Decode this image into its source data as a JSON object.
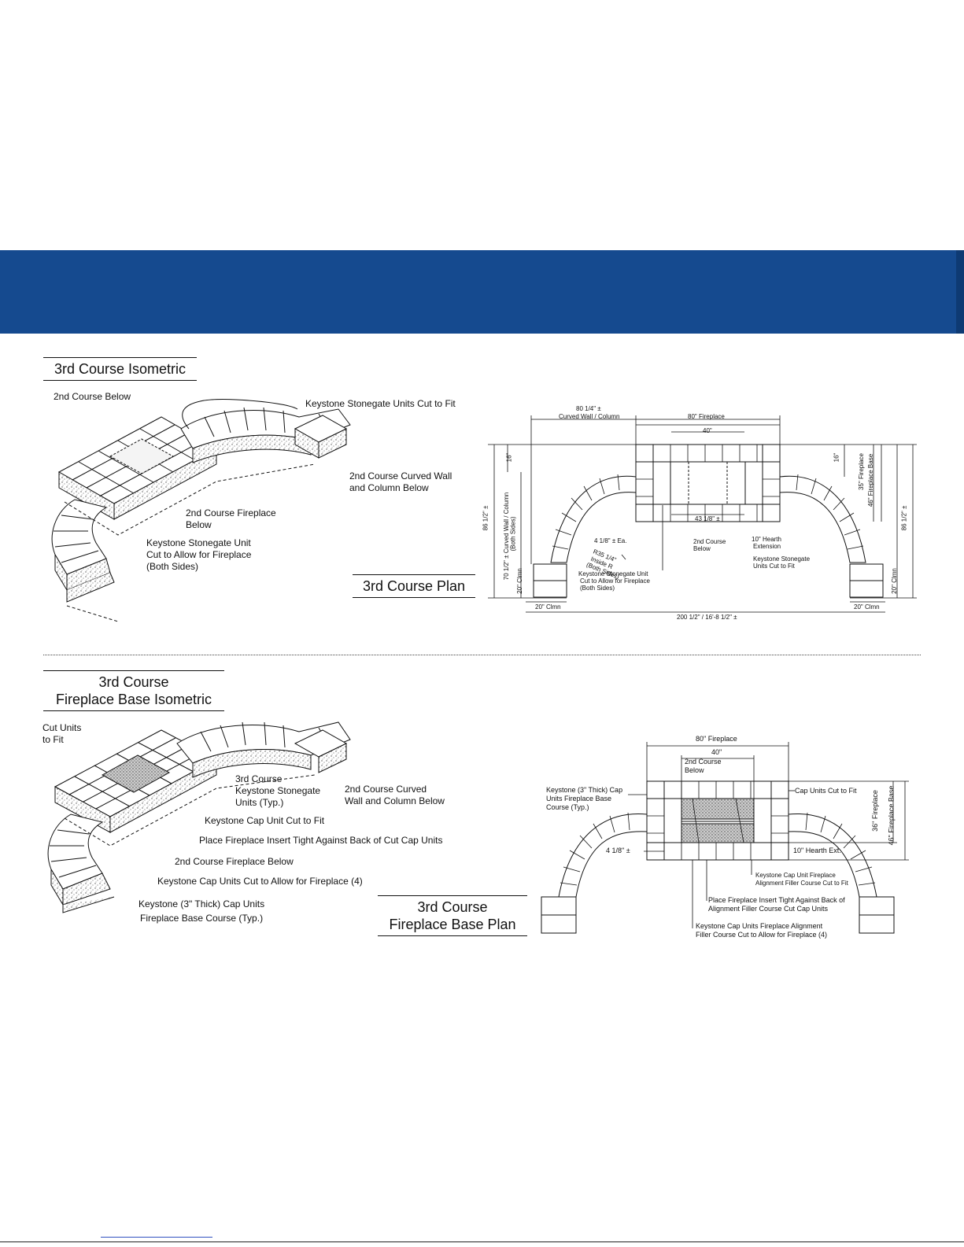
{
  "sections": {
    "iso1_title": "3rd Course Isometric",
    "plan1_title": "3rd Course Plan",
    "iso2_title_1": "3rd Course",
    "iso2_title_2": "Fireplace Base Isometric",
    "plan2_title_1": "3rd Course",
    "plan2_title_2": "Fireplace Base Plan"
  },
  "iso1_labels": {
    "second_course_below": "2nd Course Below",
    "units_cut_to_fit": "Keystone Stonegate Units Cut to Fit",
    "curved_wall_1": "2nd Course Curved Wall",
    "curved_wall_2": "and Column Below",
    "fireplace_below_1": "2nd Course Fireplace",
    "fireplace_below_2": "Below",
    "unit_cut_1": "Keystone Stonegate Unit",
    "unit_cut_2": "Cut to Allow for Fireplace",
    "unit_cut_3": "(Both Sides)"
  },
  "plan1_labels": {
    "curved_wall_dim_1": "80 1/4\" ±",
    "curved_wall_dim_2": "Curved Wall / Column",
    "fireplace_80": "80\" Fireplace",
    "dim_40": "40\"",
    "dim_16_left": "16\"",
    "dim_16_right": "16\"",
    "dim_43": "43 1/8\" ±",
    "dim_4_ea": "4 1/8\" ± Ea.",
    "radius_1": "R35 1/4\"",
    "radius_2": "Inside R",
    "radius_3": "(Both Sides)",
    "second_course_1": "2nd Course",
    "second_course_2": "Below",
    "hearth_1": "10\" Hearth",
    "hearth_2": "Extension",
    "stonegate_cut_1": "Keystone Stonegate",
    "stonegate_cut_2": "Units Cut to Fit",
    "unit_allow_1": "Keystone Stonegate Unit",
    "unit_allow_2": "Cut to Allow for Fireplace",
    "unit_allow_3": "(Both Sides)",
    "fireplace_35": "35\" Fireplace",
    "fireplace_base_46": "46\" Fireplace Base",
    "left_86": "86 1/2\" ±",
    "right_86": "86 1/2\" ±",
    "left_70_1": "70 1/2\" ± Curved Wall / Column",
    "left_70_2": "(Both Sides)",
    "clmn_20_left_v": "20\" Clmn",
    "clmn_20_right_v": "20\" Clmn",
    "clmn_20_left_h": "20\" Clmn",
    "clmn_20_right_h": "20\" Clmn",
    "overall": "200 1/2\" / 16'-8 1/2\" ±"
  },
  "iso2_labels": {
    "cut_units_1": "Cut Units",
    "cut_units_2": "to Fit",
    "third_course_1": "3rd Course",
    "third_course_2": "Keystone Stonegate",
    "third_course_3": "Units (Typ.)",
    "curved_wall_1": "2nd Course Curved",
    "curved_wall_2": "Wall and Column Below",
    "cap_cut_fit": "Keystone Cap Unit Cut to Fit",
    "insert_tight": "Place Fireplace Insert Tight Against Back of Cut Cap Units",
    "fireplace_below": "2nd Course Fireplace Below",
    "cap_units_allow": "Keystone Cap Units Cut to Allow for Fireplace (4)",
    "thick_cap_1": "Keystone (3\" Thick) Cap Units",
    "thick_cap_2": "Fireplace Base Course (Typ.)"
  },
  "plan2_labels": {
    "fireplace_80": "80\" Fireplace",
    "dim_40": "40\"",
    "second_course_1": "2nd Course",
    "second_course_2": "Below",
    "thick_cap_1": "Keystone (3\" Thick) Cap",
    "thick_cap_2": "Units Fireplace Base",
    "thick_cap_3": "Course (Typ.)",
    "cap_cut_fit": "Cap Units Cut to Fit",
    "fireplace_36": "36\" Fireplace",
    "fireplace_base_46": "46\" Fireplace Base",
    "dim_4": "4 1/8\" ±",
    "hearth_ext": "10\" Hearth Ext.",
    "alignment_1": "Keystone Cap Unit Fireplace",
    "alignment_2": "Alignment Filler Course Cut to Fit",
    "insert_1": "Place Fireplace Insert Tight Against Back of",
    "insert_2": "Alignment Filler Course Cut Cap Units",
    "cap_allow_1": "Keystone Cap Units Fireplace Alignment",
    "cap_allow_2": "Filler Course Cut to Allow for Fireplace (4)"
  },
  "colors": {
    "banner": "#154a8f",
    "ink": "#111111"
  }
}
